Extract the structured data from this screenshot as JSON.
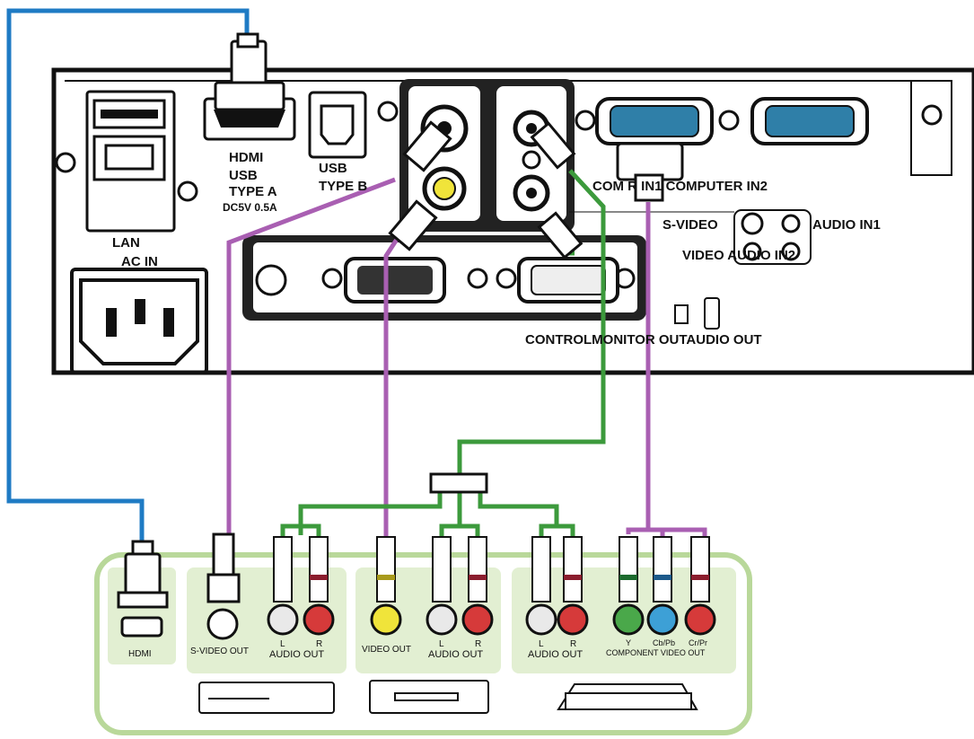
{
  "projector": {
    "labels": {
      "hdmi": "HDMI",
      "usb_a_line1": "USB",
      "usb_a_line2": "TYPE A",
      "usb_a_line3": "DC5V 0.5A",
      "usb_b_line1": "USB",
      "usb_b_line2": "TYPE B",
      "lan": "LAN",
      "ac_in": "AC IN",
      "computer_in": "COM       R IN1 COMPUTER IN2",
      "s_video": "S-VIDEO",
      "audio_in1": "AUDIO IN1",
      "video_audio_in2": "VIDEO AUDIO IN2",
      "bottom_row": "CONTROLMONITOR OUTAUDIO OUT"
    }
  },
  "devices": {
    "labels": {
      "hdmi": "HDMI",
      "svideo_out": "S-VIDEO OUT",
      "l1": "L",
      "r1": "R",
      "audio_out1": "AUDIO OUT",
      "video_out": "VIDEO OUT",
      "l2": "L",
      "r2": "R",
      "audio_out2": "AUDIO OUT",
      "l3": "L",
      "r3": "R",
      "audio_out3": "AUDIO OUT",
      "y": "Y",
      "cb_pb": "Cb/Pb",
      "cr_pr": "Cr/Pr",
      "component_video_out": "COMPONENT VIDEO OUT"
    }
  },
  "colors": {
    "hdmi_cable": "#1f7bc4",
    "video_cable": "#a95fb2",
    "audio_cable": "#3c9a3c",
    "panel_border": "#b9d89a",
    "panel_fill": "#e2efd2",
    "jack_white": "#e9e9e9",
    "jack_red": "#d63a3a",
    "jack_yellow": "#f0e43a",
    "jack_green": "#4aa84a",
    "jack_blue": "#3da0d6"
  }
}
